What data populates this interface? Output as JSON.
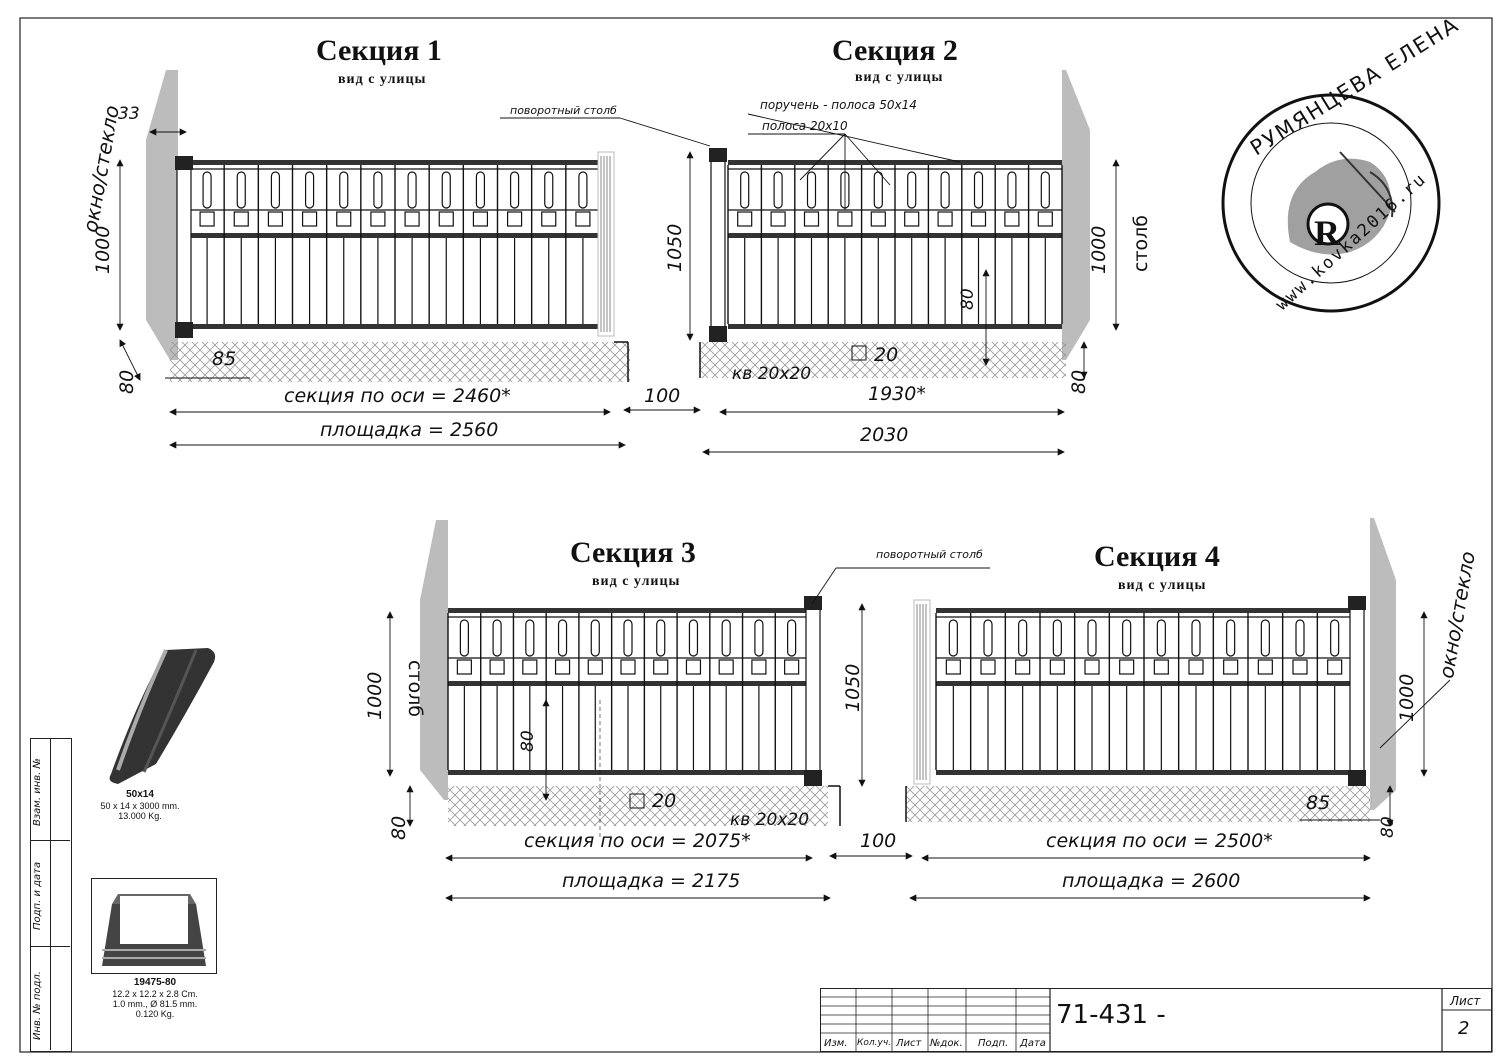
{
  "sections": [
    {
      "title": "Секция 1",
      "view": "вид с улицы"
    },
    {
      "title": "Секция 2",
      "view": "вид с улицы"
    },
    {
      "title": "Секция 3",
      "view": "вид с улицы"
    },
    {
      "title": "Секция 4",
      "view": "вид с улицы"
    }
  ],
  "labels": {
    "window_glass": "окно/стекло",
    "window_glass_4": "окно/стекло",
    "turn_post_1": "поворотный столб",
    "turn_post_3": "поворотный столб",
    "handrail": "поручень - полоса 50х14",
    "strip": "полоса 20х10",
    "post_2": "столб",
    "post_3": "столб",
    "square_2": "кв 20х20",
    "square_3": "кв 20х20"
  },
  "dimensions": {
    "s1_offset": "33",
    "s1_height": "1000",
    "s1_base": "80",
    "s1_overhang": "85",
    "s1_axis": "секция по оси = 2460*",
    "s1_platform": "площадка = 2560",
    "gap_12": "100",
    "s2_height": "1050",
    "s2_right_height": "1000",
    "s2_gap": "80",
    "s2_square": "20",
    "s2_axis": "1930*",
    "s2_platform": "2030",
    "s2_base": "80",
    "s3_height": "1000",
    "s3_base": "80",
    "s3_gap": "80",
    "s3_square": "20",
    "s3_right_height": "1050",
    "s3_axis": "секция по оси = 2075*",
    "s3_platform": "площадка = 2175",
    "gap_34": "100",
    "s4_height": "1000",
    "s4_overhang": "85",
    "s4_base": "80",
    "s4_axis": "секция по оси = 2500*",
    "s4_platform": "площадка = 2600"
  },
  "stamp": {
    "name": "РУМЯНЦЕВА ЕЛЕНА",
    "site": "www.kovka2016.ru",
    "letter": "R"
  },
  "parts": [
    {
      "code": "50x14",
      "line1": "50 x 14 x 3000 mm.",
      "line2": "13.000 Kg.",
      "line3": ""
    },
    {
      "code": "19475-80",
      "line1": "12.2 x 12.2 x 2.8 Cm.",
      "line2": "1.0 mm., Ø 81.5 mm.",
      "line3": "0.120 Kg."
    }
  ],
  "side_stamp": [
    "Инв. № подл.",
    "Подп. и дата",
    "Взам. инв. №"
  ],
  "title_block": {
    "doc_number": "71-431 -",
    "sheet_label": "Лист",
    "sheet_number": "2",
    "columns": [
      "Изм.",
      "Кол.уч.",
      "Лист",
      "№док.",
      "Подп.",
      "Дата"
    ]
  }
}
